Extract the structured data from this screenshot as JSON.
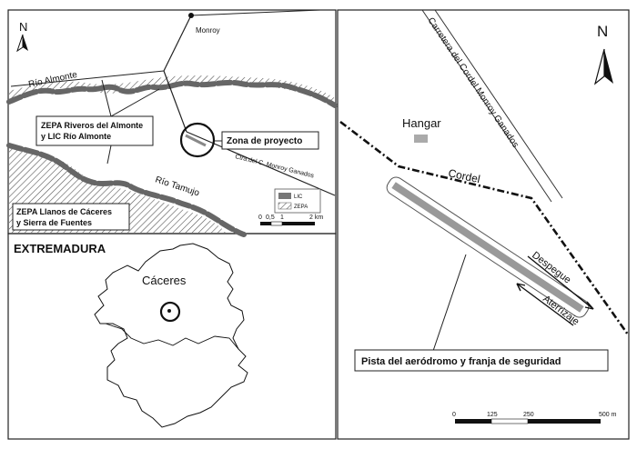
{
  "north_label": "N",
  "map_a": {
    "towns": {
      "monroy": "Monroy"
    },
    "rivers": {
      "almonte": "Río Almonte",
      "tamujo": "Río Tamujo"
    },
    "road": "Ctra.del C. Monroy Ganados",
    "callouts": {
      "zepa_riveros_line1": "ZEPA Riveros del Almonte",
      "zepa_riveros_line2": "y LIC Río Almonte",
      "zona": "Zona de proyecto",
      "zepa_llanos_line1": "ZEPA Llanos de Cáceres",
      "zepa_llanos_line2": "y Sierra de Fuentes"
    },
    "legend": {
      "lic": "LIC",
      "zepa": "ZEPA"
    },
    "scale": {
      "t0": "0",
      "t1": "0,5",
      "t2": "1",
      "t3": "2 km"
    },
    "colors": {
      "lic": "#777777",
      "zepa_hatch": "#555555"
    }
  },
  "map_b": {
    "region": "EXTREMADURA",
    "city": "Cáceres"
  },
  "map_c": {
    "road": "Carretera del Cordel Monroy Ganados",
    "hangar": "Hangar",
    "cordel": "Cordel",
    "despegue": "Despegue",
    "aterrizaje": "Aterrizaje",
    "pista_box": "Pista del aeródromo y franja de seguridad",
    "scale": {
      "t0": "0",
      "t1": "125",
      "t2": "250",
      "t3": "500 m"
    },
    "colors": {
      "runway": "#999999",
      "hangar": "#aaaaaa"
    }
  }
}
